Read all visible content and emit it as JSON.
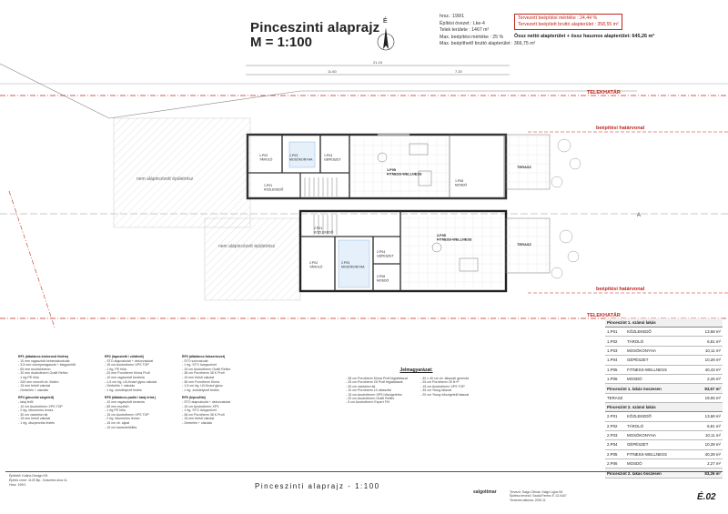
{
  "header": {
    "title": "Pinceszinti alaprajz",
    "scale": "M = 1:100",
    "north": "É",
    "info": [
      "hrsz.: 199/1",
      "Építési övezet : Lke-4",
      "Telek területe : 1467 m²",
      "",
      "Max. beépítési mértéke : 25 %",
      "Max. beépíthető bruttó alapterület : 366,75 m²"
    ],
    "ratio": [
      "Tervezett beépítési mértéke : 24,44 %",
      "Tervezett beépített bruttó alapterület : 358,55 m²"
    ],
    "summary": "Össz nettó alapterület + össz hasznos alapterület: 645,26 m²"
  },
  "plan": {
    "telekhatar": "TELEKHATÁR",
    "beepitesi": "beépítési határvonal",
    "nem_alapi": "nem alápincézett épületrész",
    "dims_top": [
      "21.15",
      "11.60",
      "7.20"
    ],
    "unit1": {
      "P01": "1.P01\nKÖZLEKEDŐ",
      "P02": "1.P02\nTÁROLÓ",
      "P03": "1.P03\nMOSÓKONYHA",
      "P04": "1.P04\nGÉPÉSZET",
      "P05": "1.P05\nFITNESS-WELLNESS",
      "P06": "1.P06\nMOSDÓ"
    },
    "unit2": {
      "P01": "2.P01\nKÖZLEKEDŐ",
      "P02": "2.P02\nTÁROLÓ",
      "P03": "2.P03\nMOSÓKONYHA",
      "P04": "2.P04\nGÉPÉSZET",
      "P05": "2.P05\nFITNESS-WELLNESS",
      "P06": "2.P06\nMOSDÓ"
    },
    "terasz": "TERASZ",
    "marker_a": "A"
  },
  "table": {
    "unit1_title": "Pinceszint 1. számú lakás",
    "unit1_rows": [
      [
        "1.P01",
        "KÖZLEKEDŐ",
        "13,68 m²"
      ],
      [
        "1.P02",
        "TÁROLÓ",
        "6,81 m²"
      ],
      [
        "1.P03",
        "MOSÓKONYHA",
        "10,11 m²"
      ],
      [
        "1.P04",
        "GÉPÉSZET",
        "10,28 m²"
      ],
      [
        "1.P05",
        "FITNESS-WELLNESS",
        "40,43 m²"
      ],
      [
        "1.P06",
        "MOSDÓ",
        "2,26 m²"
      ]
    ],
    "unit1_sum": [
      "Pinceszint 1. lakás összesen",
      "83,57 m²"
    ],
    "unit1_terasz": [
      "TERASZ",
      "19,05 m²"
    ],
    "unit2_title": "Pinceszint 2. számú lakás",
    "unit2_rows": [
      [
        "2.P01",
        "KÖZLEKEDŐ",
        "13,68 m²"
      ],
      [
        "2.P02",
        "TÁROLÓ",
        "6,81 m²"
      ],
      [
        "2.P03",
        "MOSÓKONYHA",
        "10,11 m²"
      ],
      [
        "2.P04",
        "GÉPÉSZET",
        "10,28 m²"
      ],
      [
        "2.P05",
        "FITNESS-WELLNESS",
        "40,28 m²"
      ],
      [
        "2.P06",
        "MOSDÓ",
        "2,27 m²"
      ]
    ],
    "unit2_sum": [
      "Pinceszint 2. lakás összesen",
      "83,26 m²"
    ]
  },
  "specs": [
    {
      "title": "RF1 (általános közbenső födém)",
      "lines": [
        "- 10 mm ragasztott kerámiaburkolat",
        "- 3-5 mm csemperagasztó + kiegyenlítő",
        "- 65 mm esztrichbeton",
        "- 30 mm Austrotherm Grafit Reflex",
        "- 1 rtg PE fólia",
        "- 200 mm monolit vb. födém",
        "- 15 mm belső vakolat",
        "- Gerbelés + vakolás"
      ]
    },
    {
      "title": "RF2 (lapostető / zöldtető)",
      "lines": [
        "- STO alapvakolat + dekorvakolat",
        "- 15 cm Austrotherm XPS TOP",
        "- 1 rtg. PE fólia",
        "- 20 mm Porotherm Klíma Profi",
        "- 10 mm ragasztott kerámia",
        "- 1-5 cm rtg. LB-Knauf gipsz vakolat",
        "- Gerbelés + vakolás",
        "- 1 rtg. zsindelyező festés"
      ]
    },
    {
      "title": "RF3 (általános falszerkezet)",
      "lines": [
        "- STO színvakolat",
        "- 1 rtg. STO üvegszövet",
        "- 15 cm Austrotherm Grafit Reflex",
        "- 38 cm Porotherm 38 K Profi",
        "- 15 mm belső vakolat",
        "- 38 mm Porotherm Klíma",
        "- 1-5 cm rtg. LB-Knauf gipsz",
        "- 1 rtg. zsindelyező festés"
      ]
    },
    {
      "title": "RF4 (pincefal szigetelt)",
      "lines": [
        "- talaj felől",
        "- 10 cm Austrotherm XPS TOP",
        "- 2 rtg. bitumenes lemez",
        "- 30 cm vasbeton fal",
        "- 15 mm belső vakolat",
        "- 1 rtg. diszperziós festés"
      ]
    },
    {
      "title": "RF5 (általános padló / talaj érint.)",
      "lines": [
        "- 10 mm ragasztott kerámia",
        "- 65 mm esztrich",
        "- 1 rtg PE fólia",
        "- 15 cm Austrotherm XPS TOP",
        "- 2 rtg. bitumenes lemez",
        "- 15 cm vb. aljzat",
        "- 10 cm kavicsfeltöltés"
      ]
    },
    {
      "title": "RF6 (lépcsőfal)",
      "lines": [
        "- STO alapvakolat + dekorvakolat",
        "- 15 cm Austrotherm XPS",
        "- 1 rtg. STO üvegszövet",
        "- 38 cm Porotherm 38 K Profi",
        "- 15 mm belső vakolat",
        "- Gerbelés + vakolás"
      ]
    }
  ],
  "legend": {
    "title": "Jelmagyarázat:",
    "left": [
      "- 38 cm Porotherm Klíma Profi téglafalazat",
      "- 25 cm Porotherm 25 Profi téglafalazat",
      "- 30 cm vasbeton fal",
      "- 10 cm Porotherm 10 válaszfal",
      "- 15 cm Austrotherm XPS hőszigetelés",
      "- 20 cm Austrotherm Grafit Reflex",
      "- 5 cm Austrotherm Expert FIX"
    ],
    "right": [
      "- 30 x 40 cm vb. lábazati gerenda",
      "- 25 cm Porotherm 25 N+F",
      "- 15 cm Austrotherm XPS TOP",
      "- 35 cm Ytong falazat",
      "- 20 cm Ytong hőszigetelő falazat"
    ]
  },
  "footer": {
    "title": "Pinceszinti alaprajz  -  1:100",
    "left": [
      "Építtető: Kalina Design Kft.",
      "Építés címe: 1125 Bp., Kolumba utca 11.",
      "Hrsz: 199/1"
    ],
    "right": [
      "Tervező: Salgó Ottmár, Salgó Lajos Kft.",
      "Építész tervező: Szalai Ferenc É 13-0447",
      "Tervezés dátuma: 2020.11"
    ],
    "logo": "salgottmar",
    "sheet": "É.02"
  }
}
